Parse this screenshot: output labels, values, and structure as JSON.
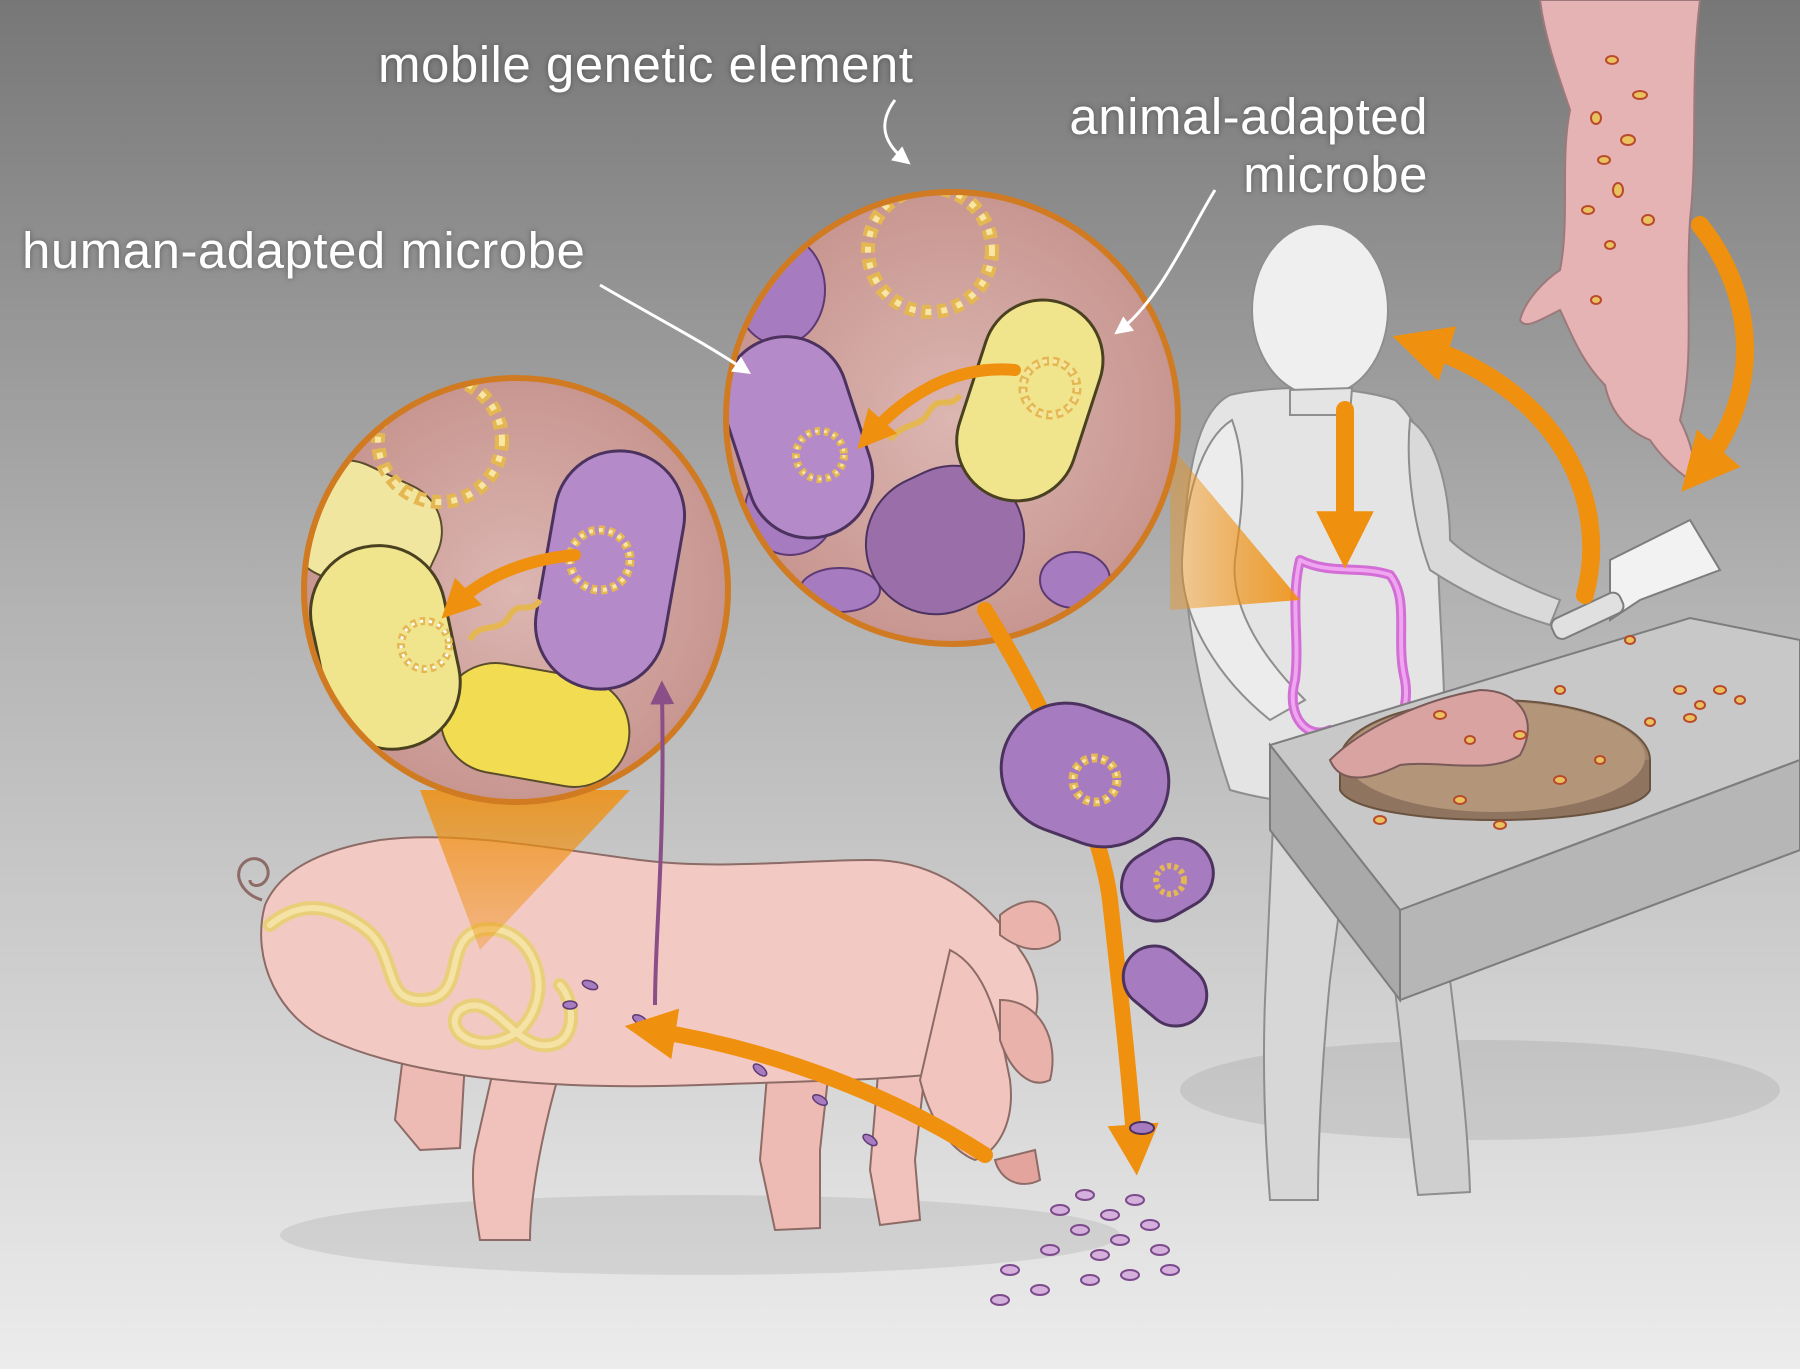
{
  "labels": {
    "mobile_genetic_element": "mobile genetic element",
    "human_adapted_microbe": "human-adapted microbe",
    "animal_adapted_microbe_line1": "animal-adapted",
    "animal_adapted_microbe_line2": "microbe"
  },
  "colors": {
    "background_top": "#7d7d7d",
    "background_bottom": "#e9e9e9",
    "arrow_orange": "#f0900f",
    "pig_pink": "#f3c9c4",
    "microbe_purple": "#a77bbf",
    "microbe_yellow": "#efe38a",
    "callout_fill": "#d4aaa6",
    "callout_ring": "#d07b22",
    "plasmid_stroke": "#e9c25a"
  }
}
